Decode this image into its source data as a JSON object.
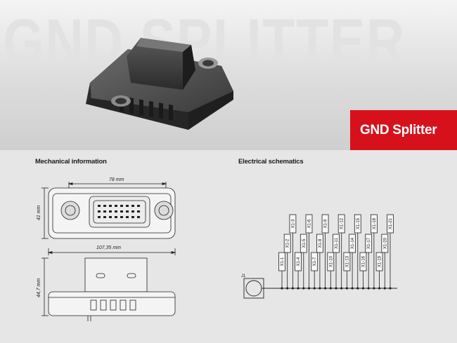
{
  "hero": {
    "watermark": "GND SPLITTER",
    "badge": "GND Splitter",
    "product_image": "gnd-splitter-product-photo"
  },
  "mechanical": {
    "title": "Mechanical information",
    "top_view": {
      "width_label": "78 mm",
      "height_label": "41 mm"
    },
    "side_view": {
      "width_label": "107,35 mm",
      "height_label": "44,7 mm"
    }
  },
  "electrical": {
    "title": "Electrical schematics",
    "ground_label": "J1",
    "pins": [
      "X1-1",
      "X1-2",
      "X1-3",
      "X1-4",
      "X1-5",
      "X1-6",
      "X1-7",
      "X1-8",
      "X1-9",
      "X1-10",
      "X1-11",
      "X1-12",
      "X1-13",
      "X1-14",
      "X1-15",
      "X1-16",
      "X1-17",
      "X1-18",
      "X1-19",
      "X1-20",
      "X1-21"
    ]
  }
}
